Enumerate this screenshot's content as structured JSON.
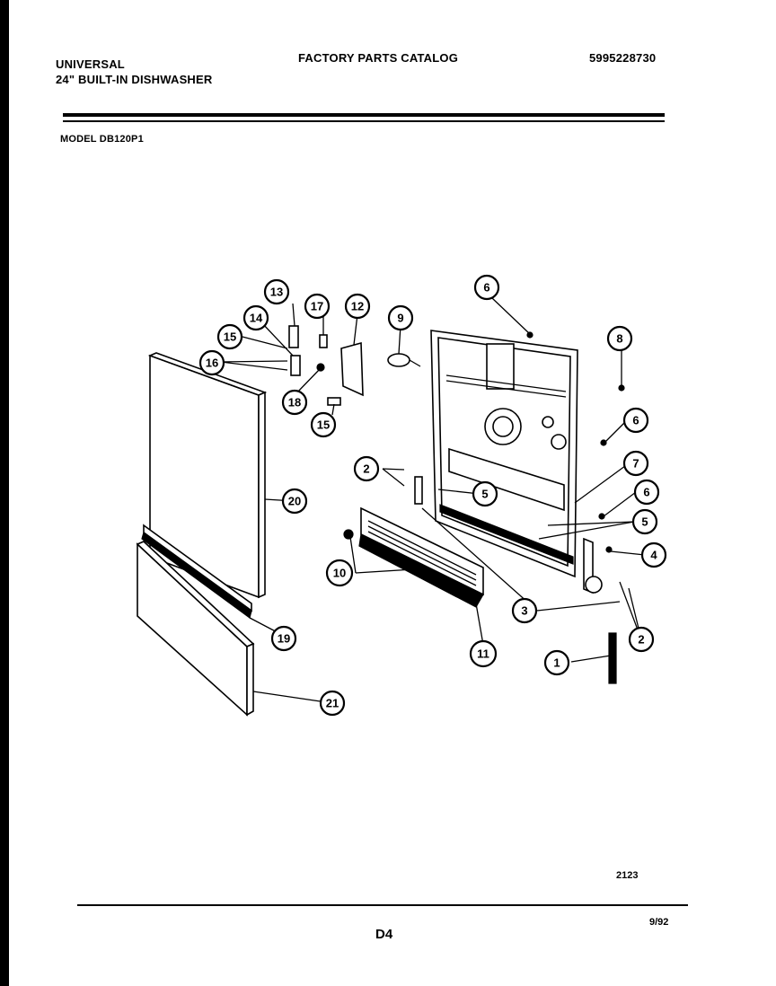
{
  "header": {
    "brand": "UNIVERSAL",
    "product": "24\" BUILT-IN DISHWASHER",
    "catalog_title": "FACTORY PARTS CATALOG",
    "catalog_number": "5995228730",
    "model_label": "MODEL",
    "model_number": "DB120P1"
  },
  "callouts": {
    "c1": "1",
    "c2": "2",
    "c3": "3",
    "c4": "4",
    "c5": "5",
    "c6": "6",
    "c7": "7",
    "c8": "8",
    "c9": "9",
    "c10": "10",
    "c11": "11",
    "c12": "12",
    "c13": "13",
    "c14": "14",
    "c15": "15",
    "c16": "16",
    "c17": "17",
    "c18": "18",
    "c19": "19",
    "c20": "20",
    "c21": "21"
  },
  "footer": {
    "figure_number": "2123",
    "page_label": "D4",
    "date_code": "9/92"
  }
}
